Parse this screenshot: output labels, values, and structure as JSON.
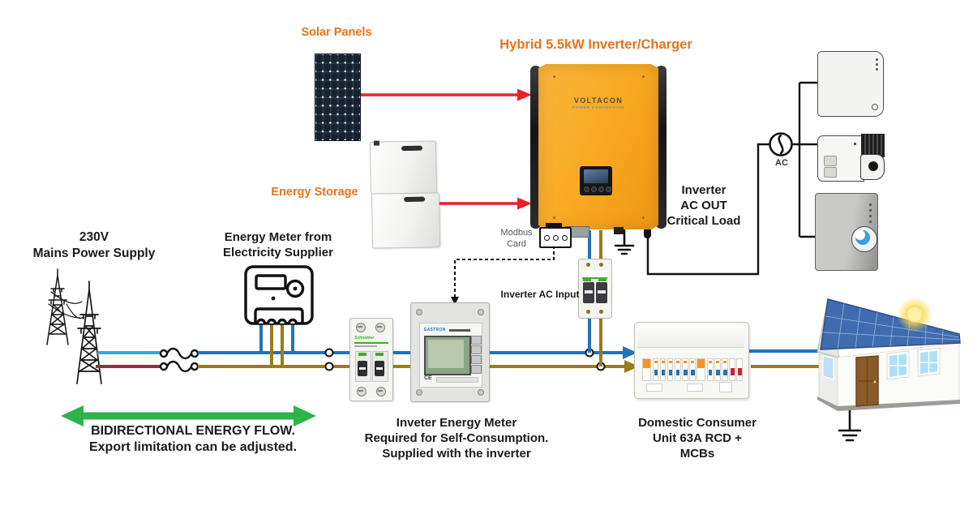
{
  "labels": {
    "solar_panels": "Solar Panels",
    "inverter_title": "Hybrid 5.5kW Inverter/Charger",
    "energy_storage": "Energy Storage",
    "mains_line1": "230V",
    "mains_line2": "Mains Power Supply",
    "supplier_meter_line1": "Energy Meter from",
    "supplier_meter_line2": "Electricity Supplier",
    "modbus_line1": "Modbus",
    "modbus_line2": "Card",
    "ac_out_line1": "Inverter",
    "ac_out_line2": "AC OUT",
    "ac_out_line3": "Critical Load",
    "ac_symbol": "AC",
    "inverter_ac_input": "Inverter AC Input",
    "bidirectional_line1": "BIDIRECTIONAL ENERGY FLOW.",
    "bidirectional_line2": "Export limitation can be adjusted.",
    "inverter_meter_line1": "Inveter Energy Meter",
    "inverter_meter_line2": "Required for Self-Consumption.",
    "inverter_meter_line3": "Supplied with the inverter",
    "consumer_unit_line1": "Domestic Consumer",
    "consumer_unit_line2": "Unit 63A RCD +",
    "consumer_unit_line3": "MCBs"
  },
  "devices": {
    "inverter_brand": "VOLTACON",
    "inverter_brand_sub": "POWER CONVERSION",
    "grid_breaker_brand": "Schneider",
    "energy_meter_brand": "EASTRON",
    "energy_meter_ce": "CE"
  },
  "colors": {
    "orange_label": "#E8731A",
    "red_arrow": "#E8212A",
    "green_arrow": "#2DB34A",
    "wire_blue_light": "#29ABE2",
    "wire_blue": "#2273B8",
    "wire_red_dark": "#963138",
    "wire_brown": "#9A7D14",
    "inverter_orange": "#F7A81F"
  },
  "icons": {
    "ac_symbol": "sine-wave-in-circle",
    "ground_symbol": "earth-ground",
    "fuse_symbol": "inline-fuse-squiggle",
    "supplier_meter": "electric-meter-outline",
    "pylon": "transmission-tower"
  }
}
